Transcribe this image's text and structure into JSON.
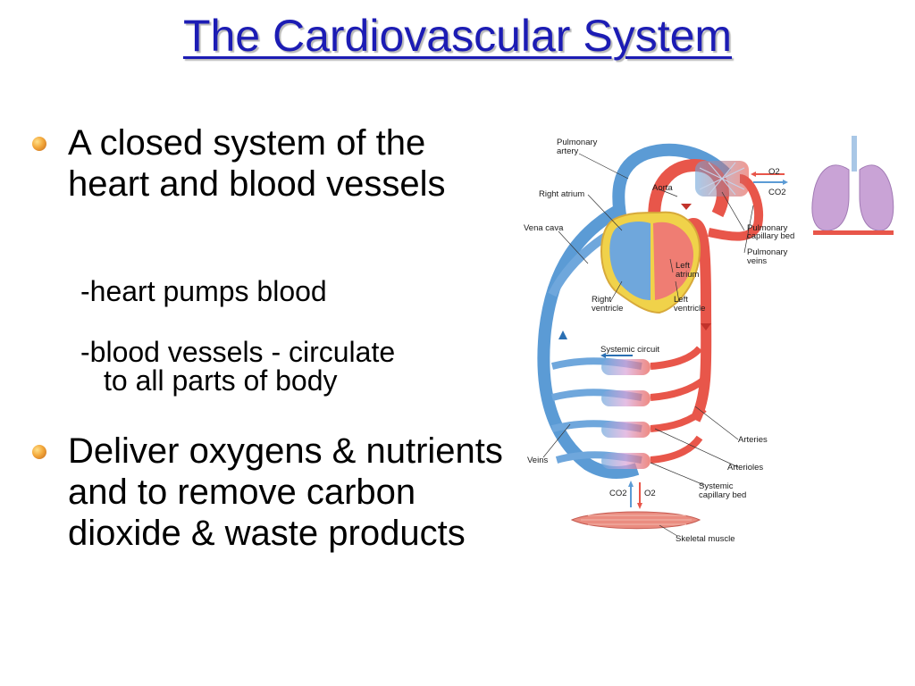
{
  "title": "The Cardiovascular System",
  "bullets": [
    "A closed system of the heart and blood vessels",
    "Deliver oxygens & nutrients and to remove carbon dioxide & waste products"
  ],
  "subpoints": {
    "heart": "-heart pumps blood",
    "vessels_line1": "-blood vessels - circulate",
    "vessels_line2": "to all parts of body"
  },
  "figure_labels": {
    "pulmonary_artery_1": "Pulmonary",
    "pulmonary_artery_2": "artery",
    "right_atrium": "Right atrium",
    "aorta": "Aorta",
    "vena_cava": "Vena cava",
    "o2": "O2",
    "co2": "CO2",
    "pulm_cap_1": "Pulmonary",
    "pulm_cap_2": "capillary bed",
    "pulm_veins_1": "Pulmonary",
    "pulm_veins_2": "veins",
    "left_atrium_1": "Left",
    "left_atrium_2": "atrium",
    "right_ventricle_1": "Right",
    "right_ventricle_2": "ventricle",
    "left_ventricle_1": "Left",
    "left_ventricle_2": "ventricle",
    "systemic_circuit": "Systemic circuit",
    "arteries": "Arteries",
    "veins": "Veins",
    "arterioles": "Arterioles",
    "sys_cap_1": "Systemic",
    "sys_cap_2": "capillary bed",
    "co2_bottom": "CO2",
    "o2_bottom": "O2",
    "skeletal_muscle": "Skeletal muscle"
  },
  "colors": {
    "title": "#1c1cb4",
    "oxygenated": "#e8564a",
    "deoxygenated": "#5b9bd5",
    "lungs": "#c9a3d6",
    "heart_wall": "#f0d24a"
  }
}
